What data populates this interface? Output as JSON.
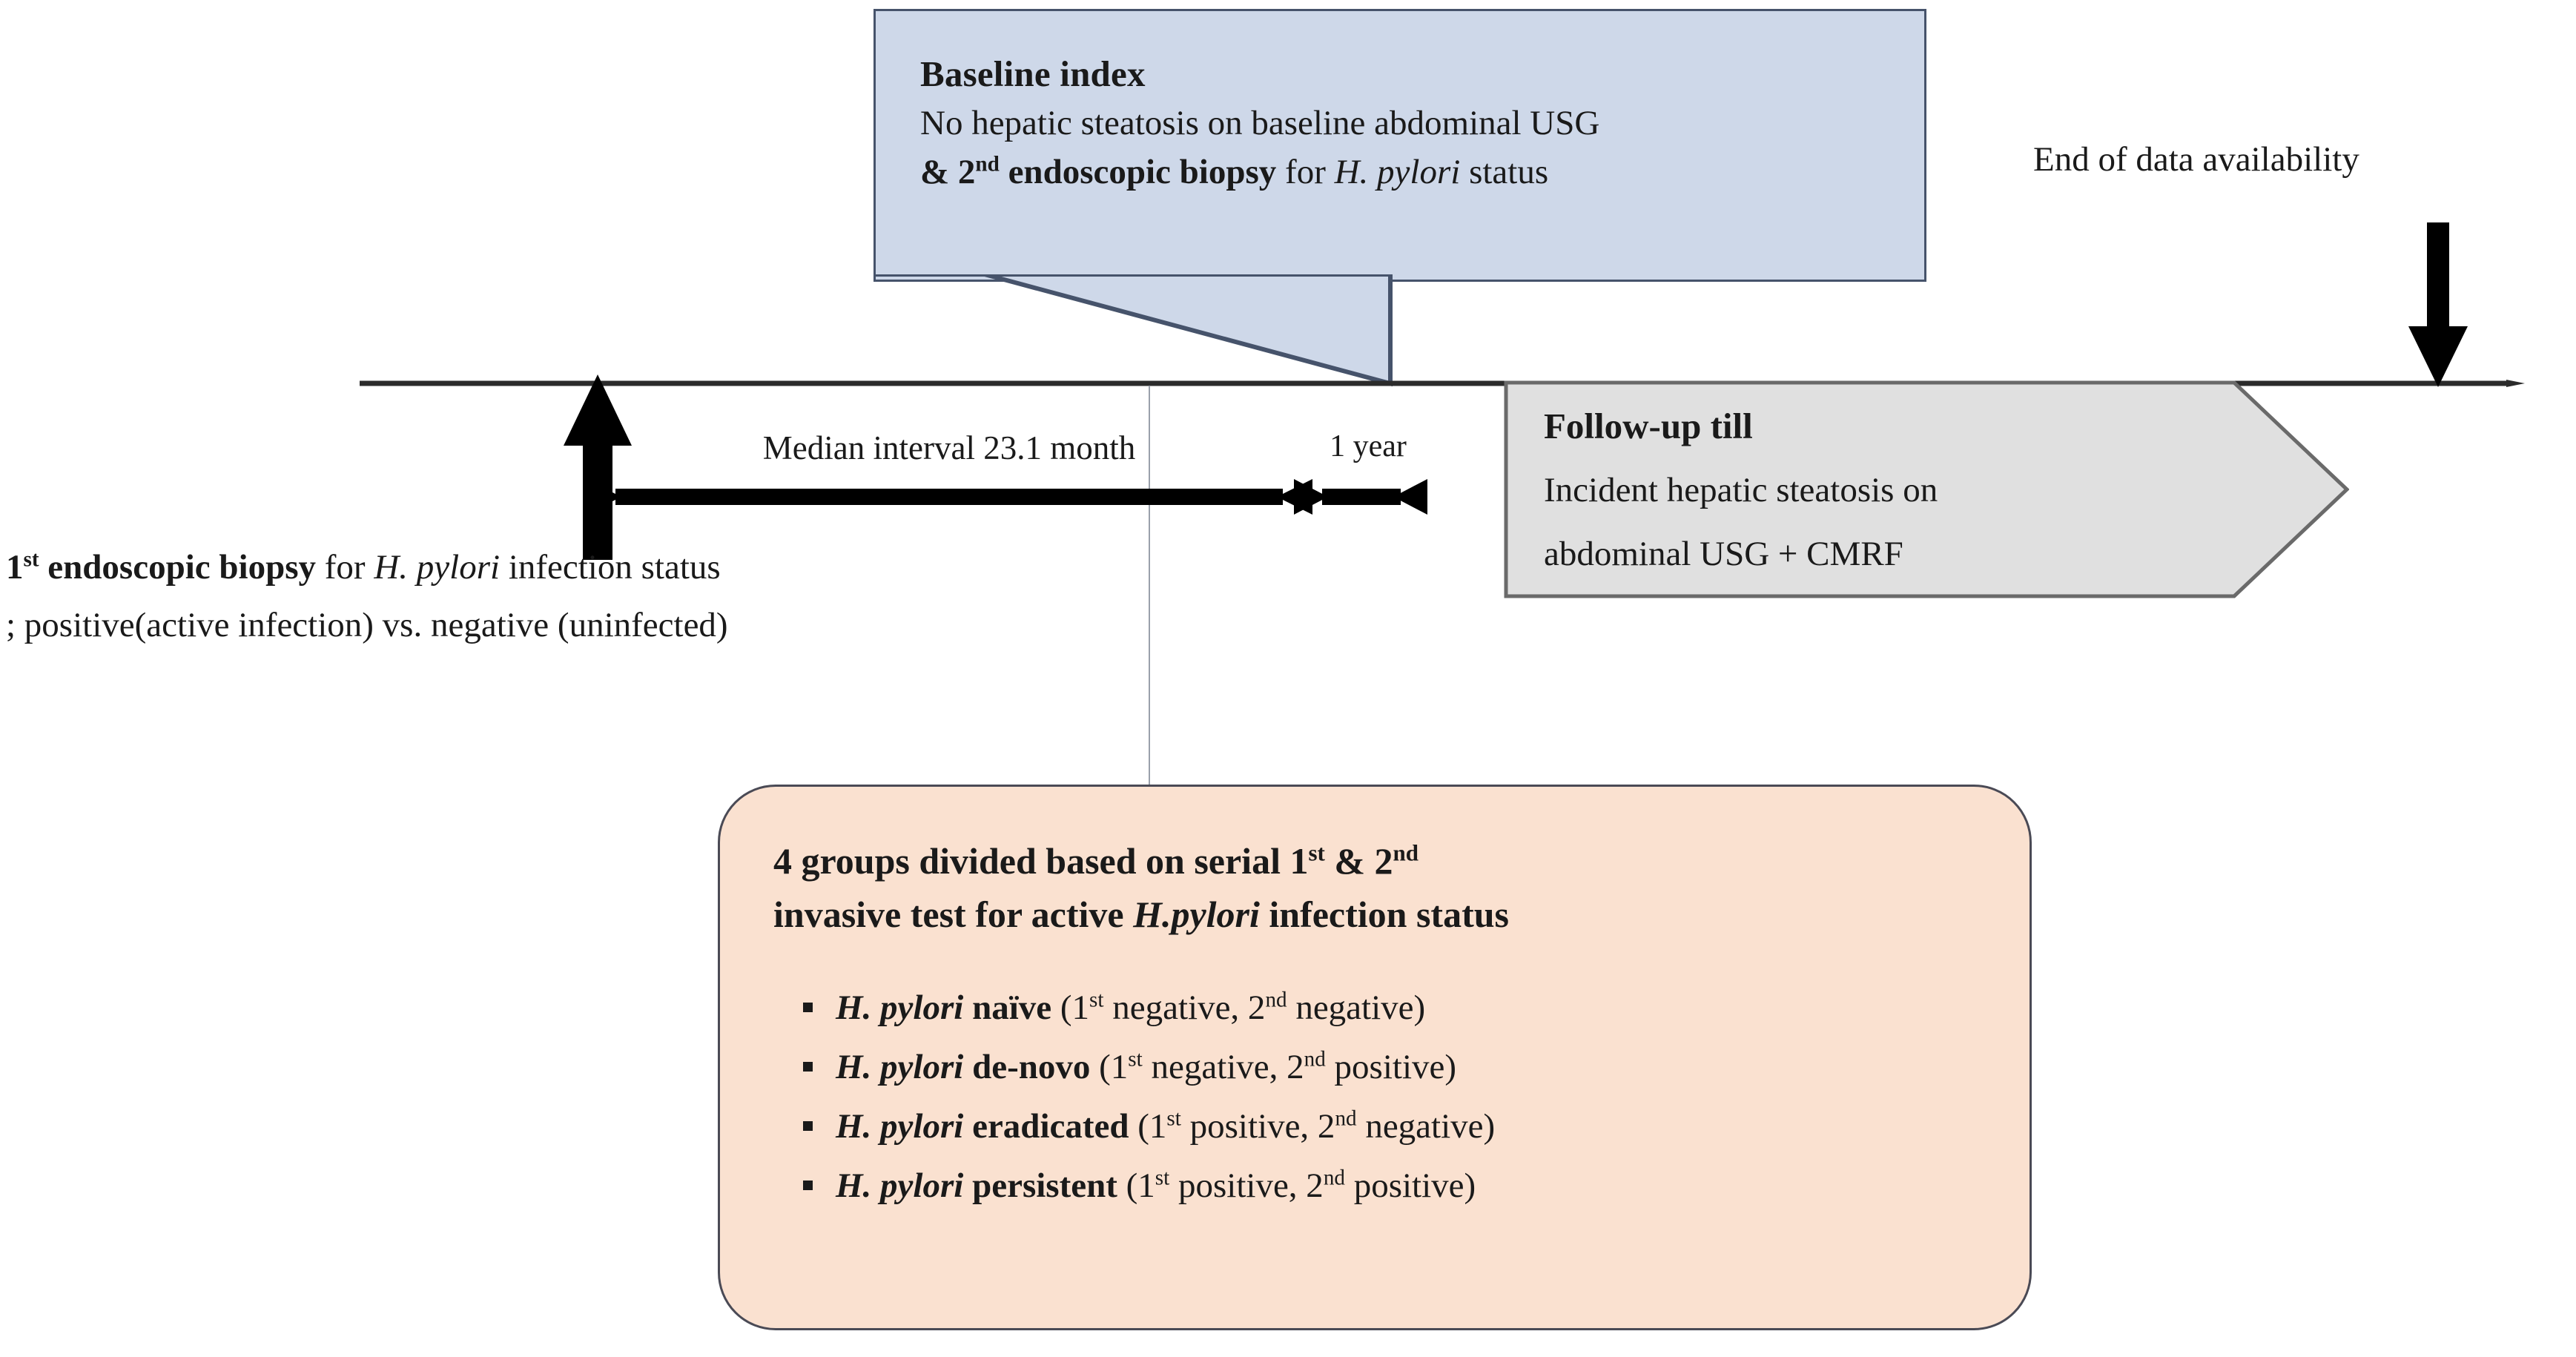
{
  "diagram": {
    "title": "H. pylori infection status and incident hepatic steatosis study timeline",
    "colors": {
      "baseline_box_fill": "#ced8e9",
      "baseline_box_border": "#46536b",
      "followup_banner_fill": "#e0e0e0",
      "followup_banner_border": "#6a6a6a",
      "groups_box_fill": "#fae1d0",
      "groups_box_border": "#4a4a55",
      "timeline_stroke": "#2b2b2b",
      "arrow_fill": "#000000"
    }
  },
  "baseline_callout": {
    "title": "Baseline index",
    "line1": "No hepatic steatosis on baseline abdominal USG",
    "line2_prefix": "& 2",
    "line2_sup": "nd",
    "line2_bold": " endoscopic biopsy",
    "line2_mid": " for ",
    "line2_italic": "H. pylori",
    "line2_suffix": " status"
  },
  "timeline": {
    "median_interval_label": "Median interval 23.1 month",
    "one_year_label": "1 year",
    "end_of_data_label": "End of data availability"
  },
  "followup_banner": {
    "title": "Follow-up till",
    "line1": "Incident hepatic steatosis on",
    "line2": "abdominal USG + CMRF"
  },
  "first_biopsy": {
    "line1_bold_prefix": "1",
    "line1_bold_sup": "st",
    "line1_bold_rest": " endoscopic biopsy",
    "line1_mid": " for ",
    "line1_italic": "H. pylori",
    "line1_suffix": " infection status",
    "line2": "; positive(active infection) vs. negative (uninfected)"
  },
  "groups_box": {
    "heading_line1_a": "4 groups divided based on serial 1",
    "heading_line1_sup1": "st",
    "heading_line1_b": " & 2",
    "heading_line1_sup2": "nd",
    "heading_line2_a": "invasive test for active ",
    "heading_line2_italic": "H.pylori",
    "heading_line2_b": " infection status",
    "items": [
      {
        "italic": "H. pylori",
        "bold": " naïve",
        "detail_open": " (1",
        "sup1": "st",
        "detail_mid": " negative, 2",
        "sup2": "nd",
        "detail_close": " negative)"
      },
      {
        "italic": "H. pylori",
        "bold": " de-novo",
        "detail_open": " (1",
        "sup1": "st",
        "detail_mid": " negative, 2",
        "sup2": "nd",
        "detail_close": " positive)"
      },
      {
        "italic": "H. pylori",
        "bold": " eradicated",
        "detail_open": " (1",
        "sup1": "st",
        "detail_mid": " positive, 2",
        "sup2": "nd",
        "detail_close": " negative)"
      },
      {
        "italic": "H. pylori",
        "bold": " persistent",
        "detail_open": " (1",
        "sup1": "st",
        "detail_mid": " positive, 2",
        "sup2": "nd",
        "detail_close": " positive)"
      }
    ]
  },
  "icons": {
    "up_arrow": "up-arrow-icon",
    "down_arrow": "down-arrow-icon",
    "double_arrow": "double-headed-arrow-icon",
    "chevron_banner": "chevron-right-banner-icon",
    "timeline_arrow": "timeline-arrowhead-icon"
  }
}
